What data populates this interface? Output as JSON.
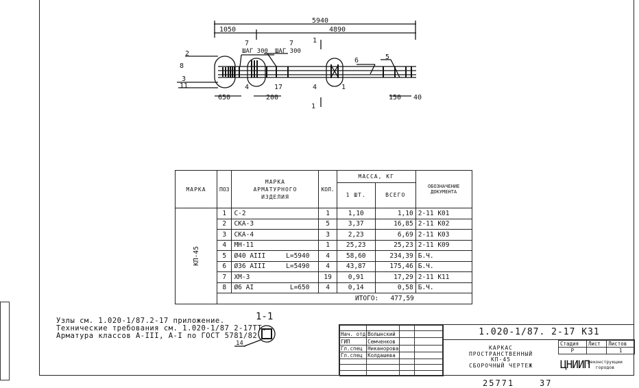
{
  "drawing": {
    "dims": {
      "total": "5940",
      "left": "1050",
      "right": "4890",
      "d650": "650",
      "d200": "200",
      "d150": "150",
      "d40": "40"
    },
    "pitch": [
      "ШАГ 300",
      "ШАГ 300"
    ],
    "callouts": {
      "c2": "2",
      "c8": "8",
      "c3": "3",
      "c11": "11",
      "c7a": "7",
      "c7b": "7",
      "c4a": "4",
      "c17": "17",
      "c4b": "4",
      "c1": "1",
      "c6": "6",
      "c5": "5"
    },
    "section_marks": [
      "1",
      "1"
    ],
    "section_title": "1-1",
    "section_callout": "14"
  },
  "spec_table": {
    "headers": {
      "mark": "МАРКА",
      "pos": "ПОЗ",
      "item": [
        "МАРКА",
        "АРМАТУРНОГО",
        "ИЗДЕЛИЯ"
      ],
      "qty": "КОЛ.",
      "mass": "МАССА, КГ",
      "mass_one": "1 ШТ.",
      "mass_total": "ВСЕГО",
      "doc": [
        "ОБОЗНАЧЕНИЕ",
        "ДОКУМЕНТА"
      ]
    },
    "mark": "КП-45",
    "rows": [
      {
        "pos": "1",
        "item": "С-2",
        "len": "",
        "qty": "1",
        "one": "1,10",
        "total": "1,10",
        "doc": "2-11  К01"
      },
      {
        "pos": "2",
        "item": "СКА-3",
        "len": "",
        "qty": "5",
        "one": "3,37",
        "total": "16,85",
        "doc": "2-11  К02"
      },
      {
        "pos": "3",
        "item": "СКА-4",
        "len": "",
        "qty": "3",
        "one": "2,23",
        "total": "6,69",
        "doc": "2-11  К03"
      },
      {
        "pos": "4",
        "item": "МН-11",
        "len": "",
        "qty": "1",
        "one": "25,23",
        "total": "25,23",
        "doc": "2-11  К09"
      },
      {
        "pos": "5",
        "item": "Ø40 АIII",
        "len": "L=5940",
        "qty": "4",
        "one": "58,60",
        "total": "234,39",
        "doc": "Б.Ч."
      },
      {
        "pos": "6",
        "item": "Ø36 АIII",
        "len": "L=5490",
        "qty": "4",
        "one": "43,87",
        "total": "175,46",
        "doc": "Б.Ч."
      },
      {
        "pos": "7",
        "item": "ХМ-3",
        "len": "",
        "qty": "19",
        "one": "0,91",
        "total": "17,29",
        "doc": "2-11  К11"
      },
      {
        "pos": "8",
        "item": "Ø6 АI",
        "len": "L=650",
        "qty": "4",
        "one": "0,14",
        "total": "0,58",
        "doc": "Б.Ч."
      }
    ],
    "total_label": "ИТОГО:",
    "total_value": "477,59"
  },
  "notes": [
    "Узлы см. 1.020-1/87.2-17 приложение.",
    "Технические требования см. 1.020-1/87 2-17ТТ.",
    "Арматура классов А-III, А-I по ГОСТ 5781/82"
  ],
  "title_block": {
    "signers": [
      {
        "role": "Нач. отд",
        "name": "Волынский"
      },
      {
        "role": "ГИП",
        "name": "Семченков"
      },
      {
        "role": "Гл.спец",
        "name": "Никанорова"
      },
      {
        "role": "Гл.спец",
        "name": "Колдашева"
      }
    ],
    "code": "1.020-1/87. 2-17   К31",
    "title": [
      "КАРКАС",
      "ПРОСТРАНСТВЕННЫЙ",
      "КП-45",
      "СБОРОЧНЫЙ ЧЕРТЕЖ"
    ],
    "stage_label": "Стадия",
    "sheet_label": "Лист",
    "sheets_label": "Листов",
    "stage": "Р",
    "sheet": "",
    "sheets": "1",
    "org": "ЦНИИП",
    "org_sub": [
      "реконструкции",
      "городов"
    ]
  },
  "footer": {
    "archive_no": "25771",
    "page": "37"
  }
}
